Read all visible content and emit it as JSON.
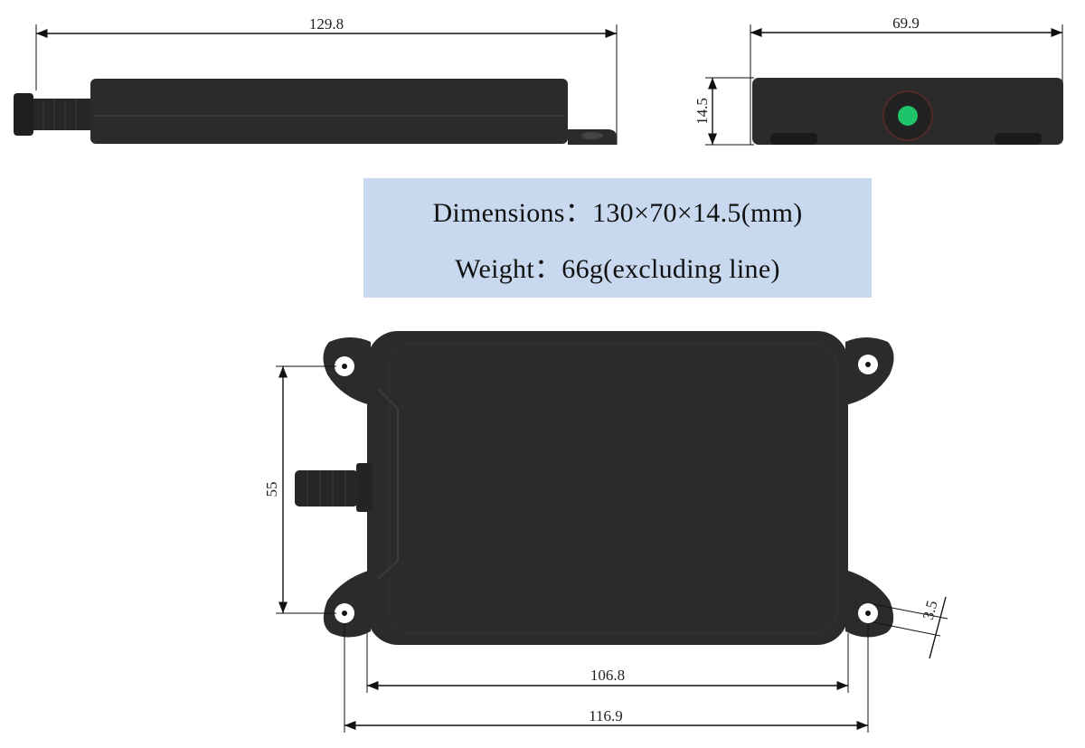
{
  "dimensions": {
    "side_length": "129.8",
    "end_width": "69.9",
    "end_height": "14.5",
    "hole_spacing_vertical": "55",
    "body_width": "106.8",
    "hole_spacing_horizontal": "116.9",
    "hole_diameter": "3.5"
  },
  "info": {
    "dimensions_line": "Dimensions：130×70×14.5(mm)",
    "weight_line": "Weight：66g(excluding line)"
  },
  "colors": {
    "body": "#2b2b2b",
    "body_dark": "#1a1a1a",
    "info_background": "#c8d8ee",
    "led": "#1fc46a"
  }
}
